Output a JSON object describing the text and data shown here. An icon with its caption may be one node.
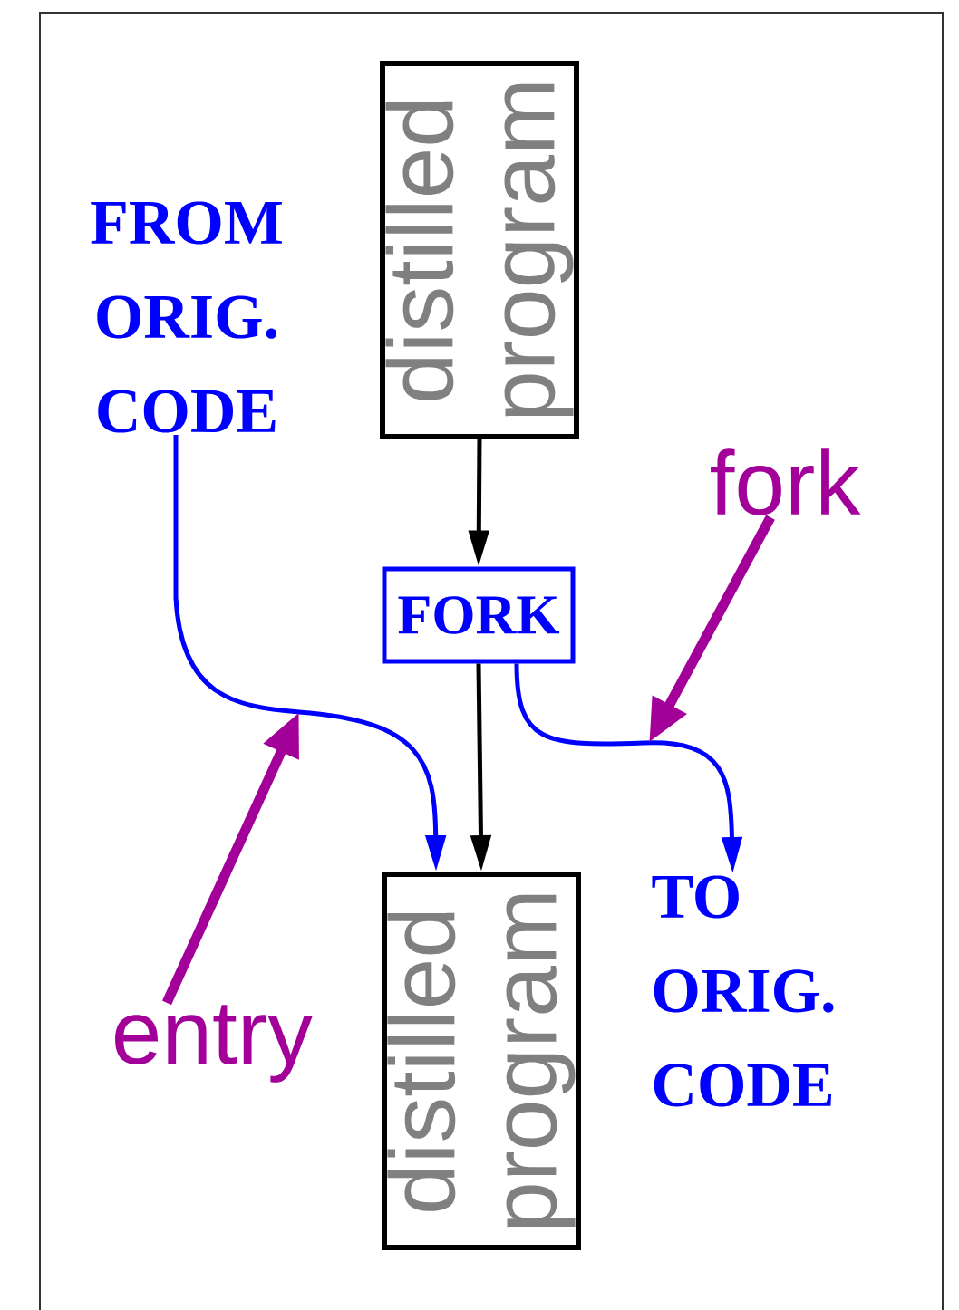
{
  "diagram": {
    "nodes": [
      {
        "text": [
          "distilled program"
        ]
      },
      {
        "text": [
          "FORK"
        ]
      },
      {
        "text": [
          "distilled program"
        ]
      },
      {
        "text": [
          "FROM ORIG. CODE"
        ]
      },
      {
        "text": [
          "TO ORIG. CODE"
        ]
      },
      {
        "text": [
          "fork"
        ]
      },
      {
        "text": [
          "entry"
        ]
      }
    ],
    "edges": [
      {
        "from": 0,
        "to": 1,
        "arrow": "to"
      },
      {
        "from": 1,
        "to": 2,
        "arrow": "to"
      },
      {
        "from": 3,
        "to": 2,
        "arrow": "to",
        "color": "#0000ff"
      },
      {
        "from": 1,
        "to": 4,
        "arrow": "to",
        "color": "#0000ff"
      },
      {
        "from": 5,
        "to": null,
        "arrow": "to",
        "style": "thick",
        "color": "#a3009a"
      },
      {
        "from": 6,
        "to": null,
        "arrow": "to",
        "style": "thick",
        "color": "#a3009a"
      }
    ]
  }
}
